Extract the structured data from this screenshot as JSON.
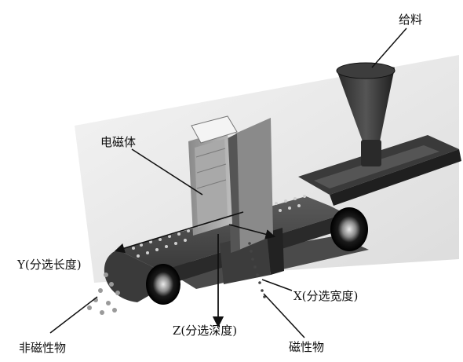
{
  "labels": {
    "feed": "给料",
    "electromagnet": "电磁体",
    "y_axis": "Y(分选长度)",
    "x_axis": "X(分选宽度)",
    "z_axis": "Z(分选深度)",
    "nonmagnetic": "非磁性物",
    "magnetic": "磁性物"
  }
}
